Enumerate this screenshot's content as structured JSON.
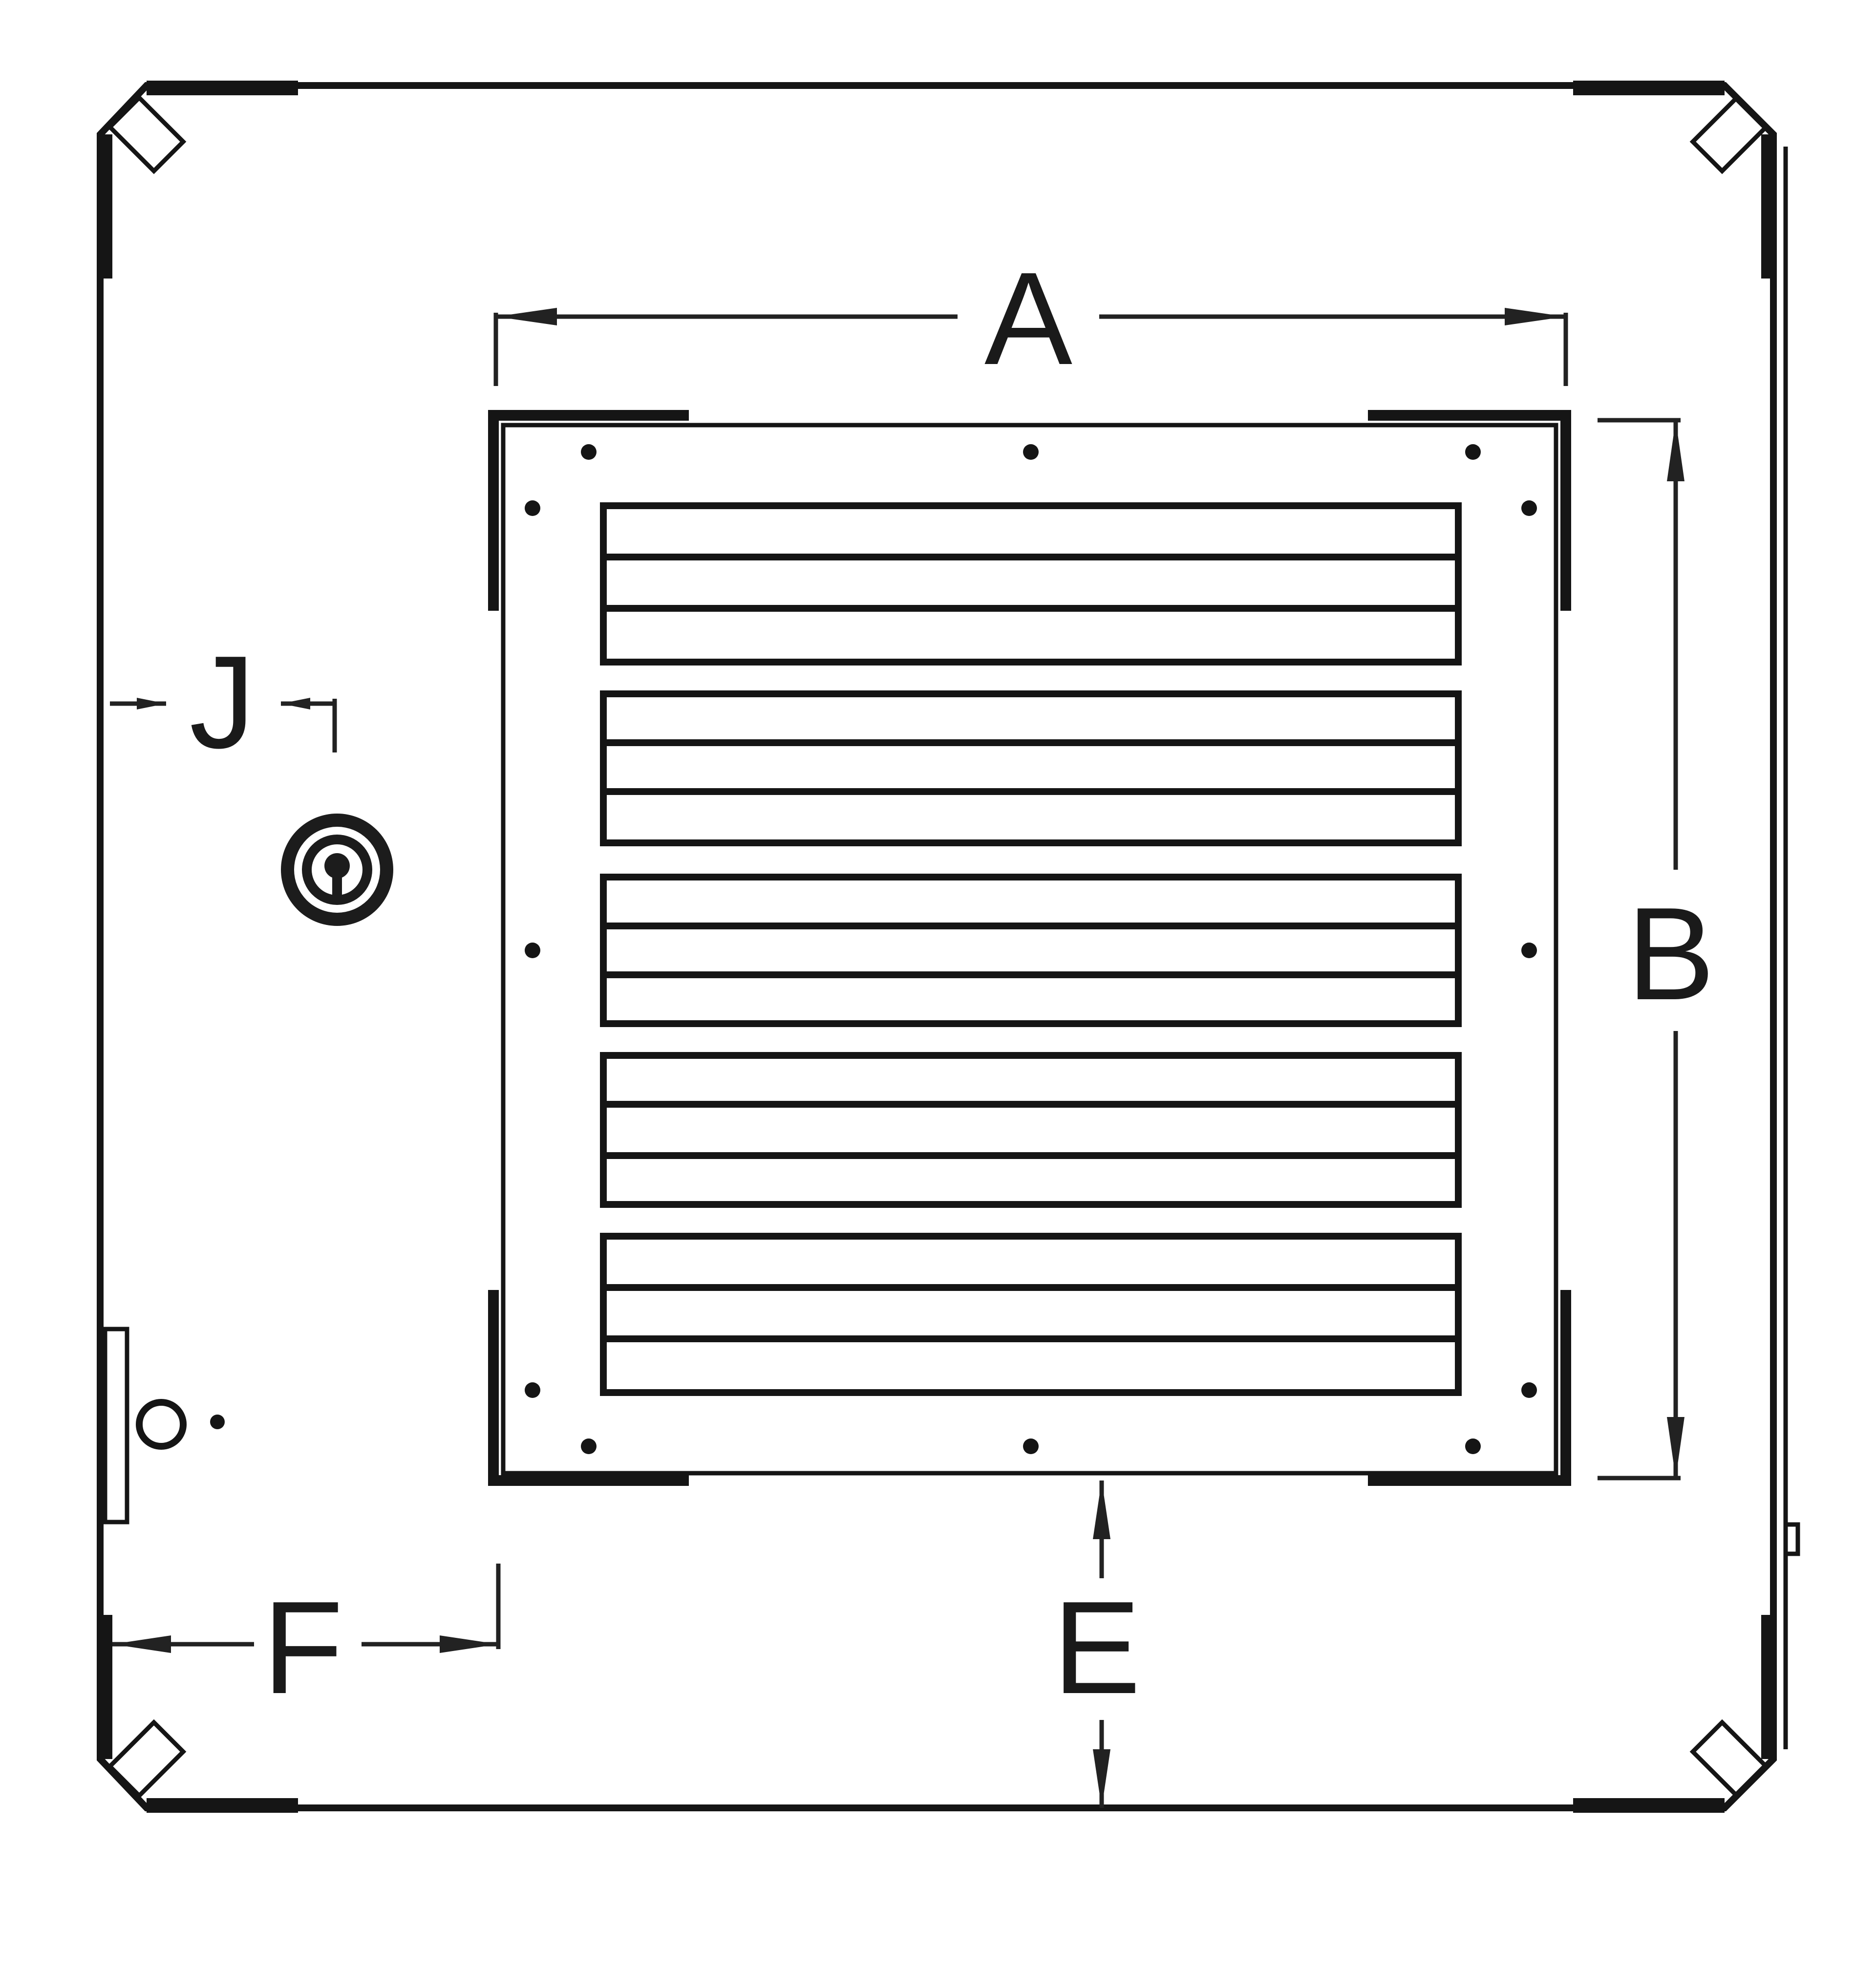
{
  "diagram": {
    "labels": {
      "a": "A",
      "b": "B",
      "e": "E",
      "f": "F",
      "j": "J"
    },
    "colors": {
      "line": "#151515",
      "background": "#ffffff"
    },
    "icons": {
      "lock": "lock-icon",
      "hinge": "hinge-icon"
    }
  }
}
